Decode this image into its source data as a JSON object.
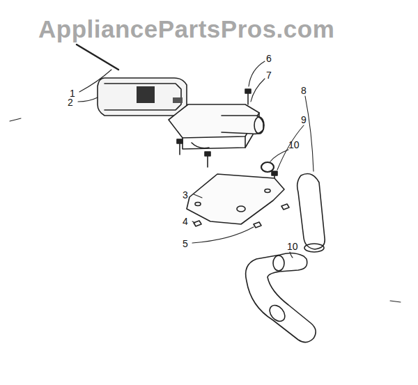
{
  "diagram": {
    "labels": [
      "AppliancePartsPros.com",
      "1",
      "2",
      "3",
      "4",
      "5",
      "6",
      "7",
      "8",
      "9",
      "10",
      "10"
    ]
  }
}
